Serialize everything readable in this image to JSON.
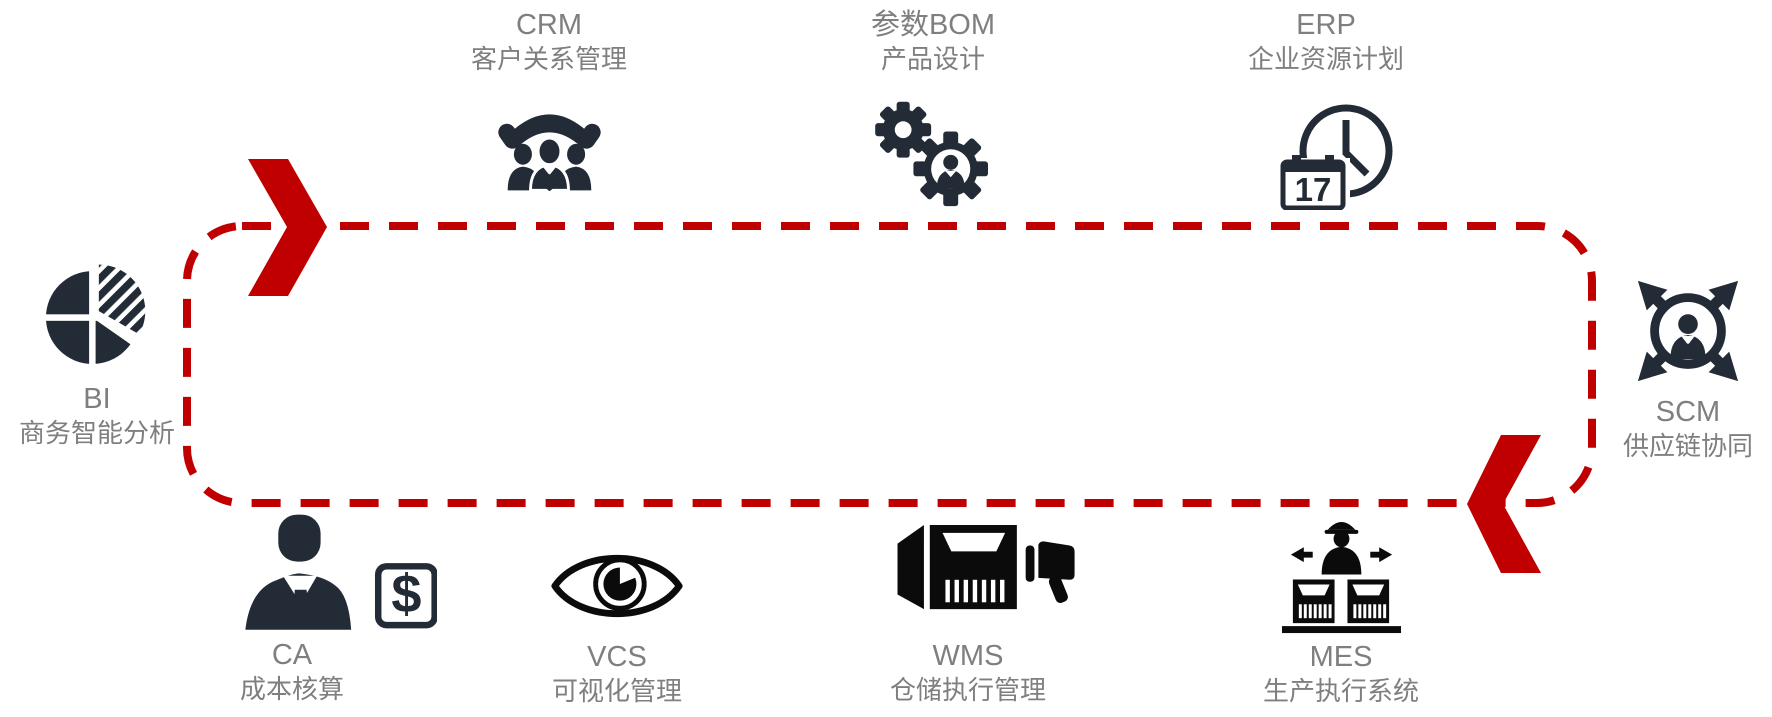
{
  "diagram": {
    "description": "enterprise-system-loop",
    "colors": {
      "accent_red": "#c00000",
      "icon_dark": "#232b36",
      "icon_black": "#0b0b0b",
      "label_gray": "#7f7f7f"
    },
    "nodes": {
      "crm": {
        "abbr": "CRM",
        "label": "客户关系管理",
        "icon": "crm-people-phone-icon"
      },
      "bom": {
        "abbr": "参数BOM",
        "label": "产品设计",
        "icon": "gears-person-icon"
      },
      "erp": {
        "abbr": "ERP",
        "label": "企业资源计划",
        "icon": "clock-calendar-icon",
        "calendar_day": "17"
      },
      "bi": {
        "abbr": "BI",
        "label": "商务智能分析",
        "icon": "pie-chart-icon"
      },
      "scm": {
        "abbr": "SCM",
        "label": "供应链协同",
        "icon": "distribution-person-icon"
      },
      "ca": {
        "abbr": "CA",
        "label": "成本核算",
        "icon": "businessman-dollar-icon",
        "badge": "$"
      },
      "vcs": {
        "abbr": "VCS",
        "label": "可视化管理",
        "icon": "eye-icon"
      },
      "wms": {
        "abbr": "WMS",
        "label": "仓储执行管理",
        "icon": "container-scanner-icon"
      },
      "mes": {
        "abbr": "MES",
        "label": "生产执行系统",
        "icon": "worker-conveyor-icon"
      }
    }
  }
}
